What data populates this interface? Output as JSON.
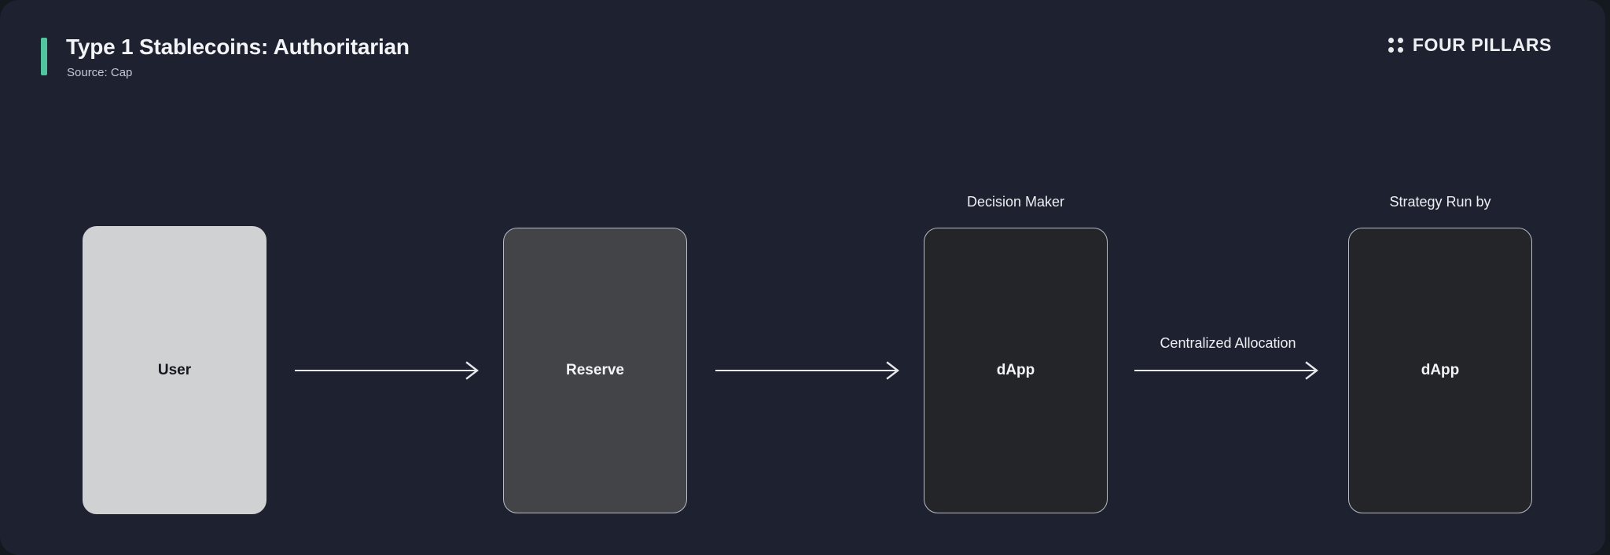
{
  "header": {
    "title": "Type 1 Stablecoins: Authoritarian",
    "subtitle": "Source: Cap",
    "accent_color": "#52c5a0",
    "brand": {
      "name": "FOUR PILLARS",
      "icon": "four-dots-grid-icon"
    }
  },
  "diagram": {
    "type": "flow",
    "nodes": [
      {
        "id": "user",
        "label": "User",
        "caption": "",
        "fill": "#d0d1d3",
        "text_color": "#14181f"
      },
      {
        "id": "reserve",
        "label": "Reserve",
        "caption": "",
        "fill": "#434448",
        "text_color": "#f4f5f7"
      },
      {
        "id": "dapp1",
        "label": "dApp",
        "caption": "Decision Maker",
        "fill": "#232529",
        "text_color": "#f4f5f7"
      },
      {
        "id": "dapp2",
        "label": "dApp",
        "caption": "Strategy Run by",
        "fill": "#232529",
        "text_color": "#f4f5f7"
      }
    ],
    "edges": [
      {
        "from": "user",
        "to": "reserve",
        "label": ""
      },
      {
        "from": "reserve",
        "to": "dapp1",
        "label": ""
      },
      {
        "from": "dapp1",
        "to": "dapp2",
        "label": "Centralized Allocation"
      }
    ]
  },
  "colors": {
    "page_background": "#14181f",
    "panel_background": "#1e2230",
    "accent": "#52c5a0",
    "arrow": "#e6e8ec"
  }
}
